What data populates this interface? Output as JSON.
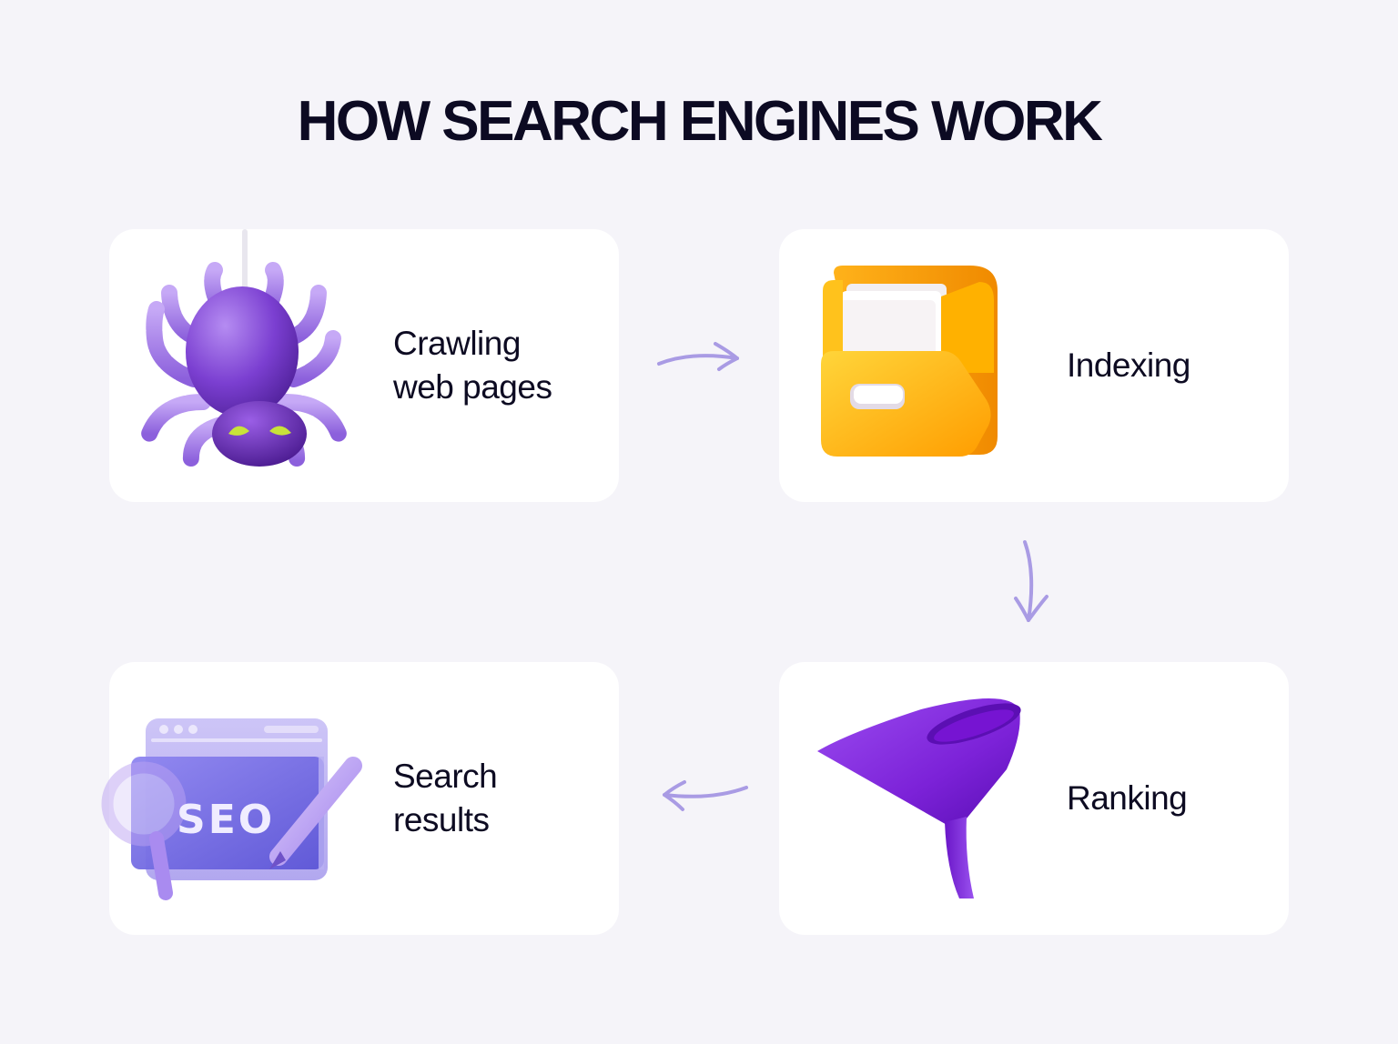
{
  "title": "HOW SEARCH ENGINES WORK",
  "colors": {
    "background": "#f5f4f9",
    "card": "#ffffff",
    "title_text": "#0c0a22",
    "arrow": "#a99be4",
    "spider": "#7a3fd0",
    "cabinet": "#ffb400",
    "funnel": "#7b22d6",
    "seo_panel": "#7a70e6"
  },
  "steps": [
    {
      "label": "Crawling\nweb pages",
      "icon": "spider-icon"
    },
    {
      "label": "Indexing",
      "icon": "file-cabinet-icon"
    },
    {
      "label": "Ranking",
      "icon": "funnel-icon"
    },
    {
      "label": "Search\nresults",
      "icon": "seo-search-icon"
    }
  ],
  "seo_badge": "SEO",
  "flow": [
    {
      "from": "Crawling web pages",
      "to": "Indexing",
      "icon": "arrow-right-icon"
    },
    {
      "from": "Indexing",
      "to": "Ranking",
      "icon": "arrow-down-icon"
    },
    {
      "from": "Ranking",
      "to": "Search results",
      "icon": "arrow-left-icon"
    }
  ]
}
